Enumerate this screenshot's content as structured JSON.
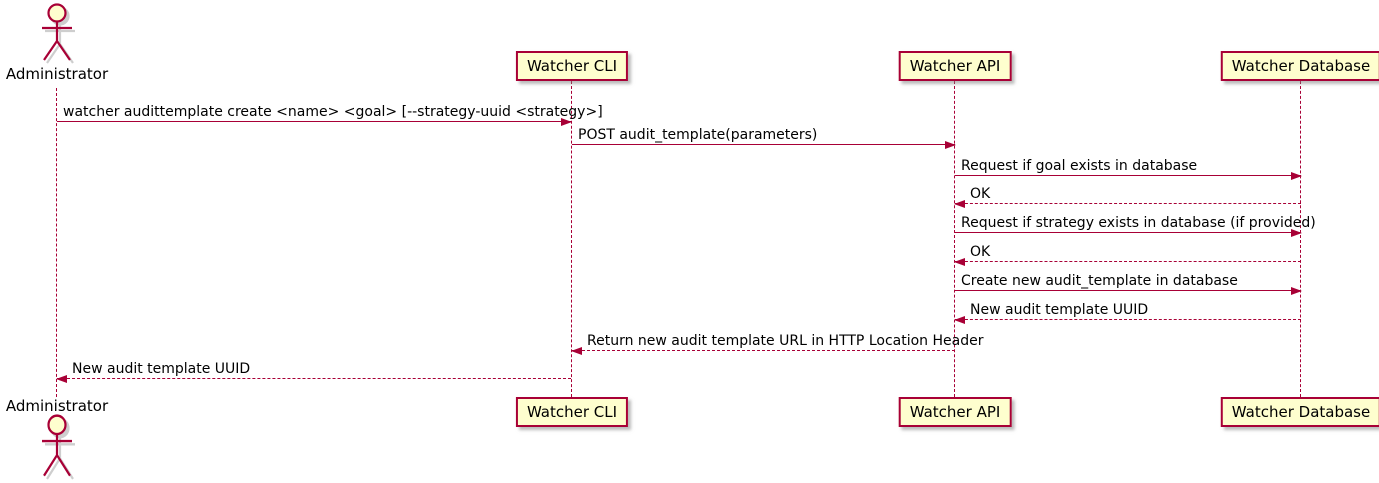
{
  "diagram_type": "plantuml-sequence",
  "colors": {
    "participant_fill": "#FEFECE",
    "participant_border": "#A80036",
    "arrow": "#A80036",
    "lifeline": "#A80036",
    "text": "#000000",
    "shadow": "#828282"
  },
  "actor": {
    "label": "Administrator",
    "icon": "stick-figure-actor-icon"
  },
  "participants": [
    {
      "label": "Watcher CLI"
    },
    {
      "label": "Watcher API"
    },
    {
      "label": "Watcher Database"
    }
  ],
  "messages": [
    {
      "from": "Administrator",
      "to": "Watcher CLI",
      "style": "solid",
      "direction": "right",
      "label": "watcher audittemplate create <name> <goal> [--strategy-uuid <strategy>]"
    },
    {
      "from": "Watcher CLI",
      "to": "Watcher API",
      "style": "solid",
      "direction": "right",
      "label": "POST audit_template(parameters)"
    },
    {
      "from": "Watcher API",
      "to": "Watcher Database",
      "style": "solid",
      "direction": "right",
      "label": "Request if goal exists in database"
    },
    {
      "from": "Watcher Database",
      "to": "Watcher API",
      "style": "dashed",
      "direction": "left",
      "label": "OK"
    },
    {
      "from": "Watcher API",
      "to": "Watcher Database",
      "style": "solid",
      "direction": "right",
      "label": "Request if strategy exists in database (if provided)"
    },
    {
      "from": "Watcher Database",
      "to": "Watcher API",
      "style": "dashed",
      "direction": "left",
      "label": "OK"
    },
    {
      "from": "Watcher API",
      "to": "Watcher Database",
      "style": "solid",
      "direction": "right",
      "label": "Create new audit_template in database"
    },
    {
      "from": "Watcher Database",
      "to": "Watcher API",
      "style": "dashed",
      "direction": "left",
      "label": "New audit template UUID"
    },
    {
      "from": "Watcher API",
      "to": "Watcher CLI",
      "style": "dashed",
      "direction": "left",
      "label": "Return new audit template URL in HTTP Location Header"
    },
    {
      "from": "Watcher CLI",
      "to": "Administrator",
      "style": "dashed",
      "direction": "left",
      "label": "New audit template UUID"
    }
  ]
}
